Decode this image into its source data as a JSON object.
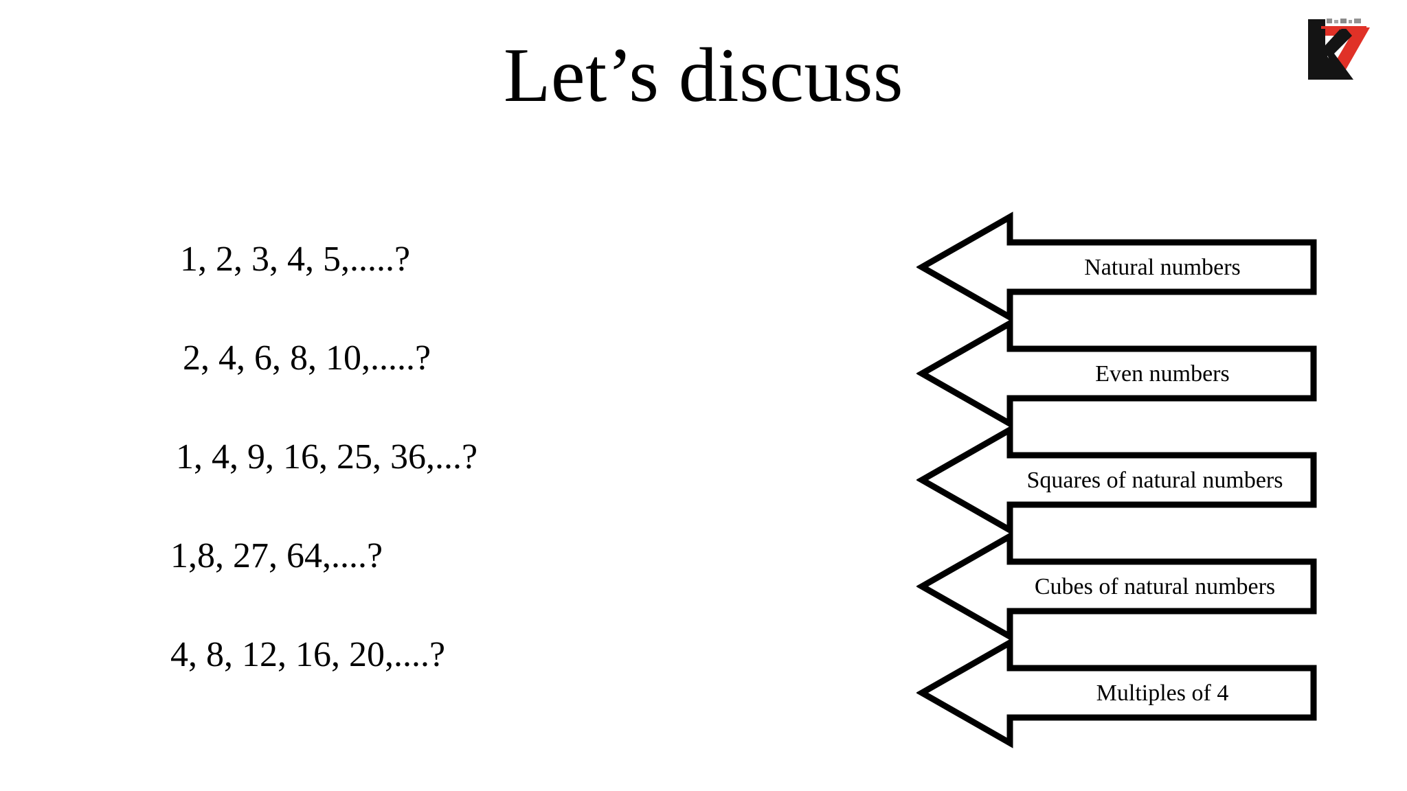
{
  "slide": {
    "title": "Let’s discuss",
    "background_color": "#ffffff",
    "text_color": "#000000"
  },
  "logo": {
    "name": "k7-logo",
    "letter_k": "K",
    "letter_7": "7",
    "tagline": "",
    "colors": {
      "k": "#1a1a1a",
      "seven": "#e03127"
    }
  },
  "sequences": [
    {
      "id": "natural",
      "text": "1, 2, 3, 4, 5,.....?"
    },
    {
      "id": "even",
      "text": "2, 4, 6, 8, 10,.....?"
    },
    {
      "id": "squares",
      "text": "1, 4, 9, 16, 25, 36,...?"
    },
    {
      "id": "cubes",
      "text": "1,8, 27, 64,....?"
    },
    {
      "id": "multiples",
      "text": "4, 8, 12, 16, 20,....?"
    }
  ],
  "arrows": [
    {
      "id": "natural",
      "label": "Natural numbers"
    },
    {
      "id": "even",
      "label": "Even numbers"
    },
    {
      "id": "squares",
      "label": "Squares of natural numbers"
    },
    {
      "id": "cubes",
      "label": "Cubes of natural numbers"
    },
    {
      "id": "multiples",
      "label": "Multiples of 4"
    }
  ]
}
